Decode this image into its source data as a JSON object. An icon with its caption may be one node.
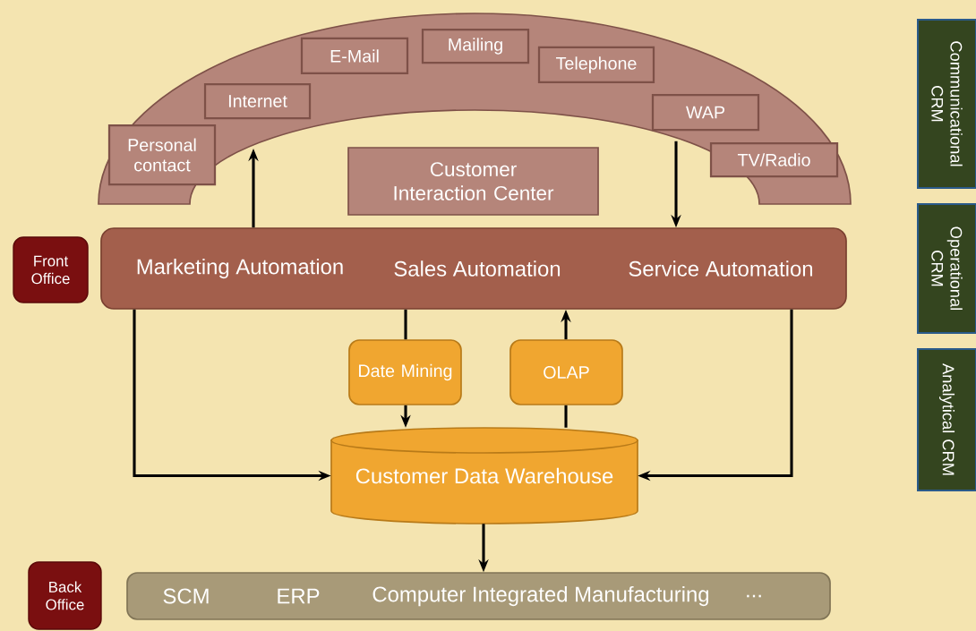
{
  "diagram": {
    "nodes": [
      {
        "text": [],
        "shape": "arch"
      },
      {
        "text": [
          "Personal contact"
        ],
        "in": 0
      },
      {
        "text": [
          "Internet"
        ],
        "in": 0
      },
      {
        "text": [
          "E-Mail"
        ],
        "in": 0
      },
      {
        "text": [
          "Mailing"
        ],
        "in": 0
      },
      {
        "text": [
          "Telephone"
        ],
        "in": 0
      },
      {
        "text": [
          "WAP"
        ],
        "in": 0
      },
      {
        "text": [
          "TV/Radio"
        ],
        "in": 0
      },
      {
        "text": [
          "Customer Interaction Center"
        ]
      },
      {
        "text": [
          "Front Office"
        ]
      },
      {
        "text": [
          "Marketing Automation",
          "Sales Automation",
          "Service Automation"
        ]
      },
      {
        "text": [
          "Date Mining"
        ]
      },
      {
        "text": [
          "OLAP"
        ]
      },
      {
        "text": [
          "Customer Data Warehouse"
        ]
      },
      {
        "text": [
          "Back Office"
        ]
      },
      {
        "text": [
          "SCM",
          "ERP",
          "Computer Integrated Manufacturing",
          "..."
        ]
      },
      {
        "text": [
          "Communicational CRM"
        ]
      },
      {
        "text": [
          "Operational CRM"
        ]
      },
      {
        "text": [
          "Analytical CRM"
        ]
      }
    ],
    "edges": [
      {
        "from": 10,
        "to": 0,
        "arrow": "to"
      },
      {
        "from": 0,
        "to": 10,
        "arrow": "to"
      },
      {
        "from": 10,
        "to": 11,
        "arrow": "none"
      },
      {
        "from": 11,
        "to": 13,
        "arrow": "to"
      },
      {
        "from": 13,
        "to": 12,
        "arrow": "none"
      },
      {
        "from": 12,
        "to": 10,
        "arrow": "to"
      },
      {
        "from": 10,
        "to": 13,
        "arrow": "to"
      },
      {
        "from": 10,
        "to": 13,
        "arrow": "to"
      },
      {
        "from": 13,
        "to": 15,
        "arrow": "to"
      }
    ]
  }
}
